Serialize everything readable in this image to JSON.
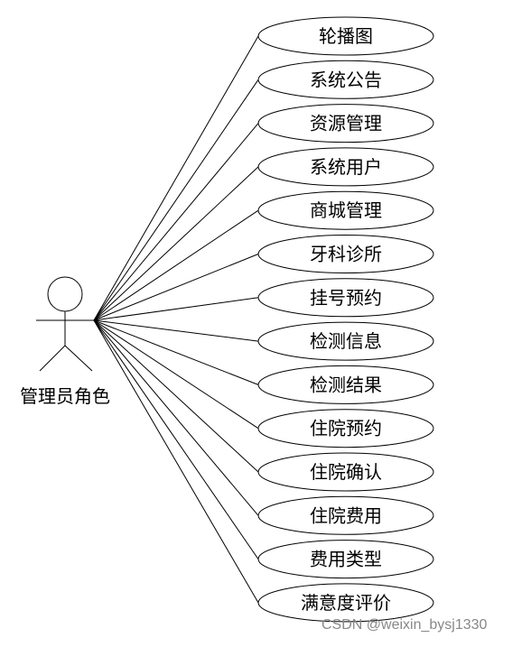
{
  "actor": {
    "label": "管理员角色"
  },
  "use_cases": [
    "轮播图",
    "系统公告",
    "资源管理",
    "系统用户",
    "商城管理",
    "牙科诊所",
    "挂号预约",
    "检测信息",
    "检测结果",
    "住院预约",
    "住院确认",
    "住院费用",
    "费用类型",
    "满意度评价"
  ],
  "watermark": "CSDN @weixin_bysj1330"
}
